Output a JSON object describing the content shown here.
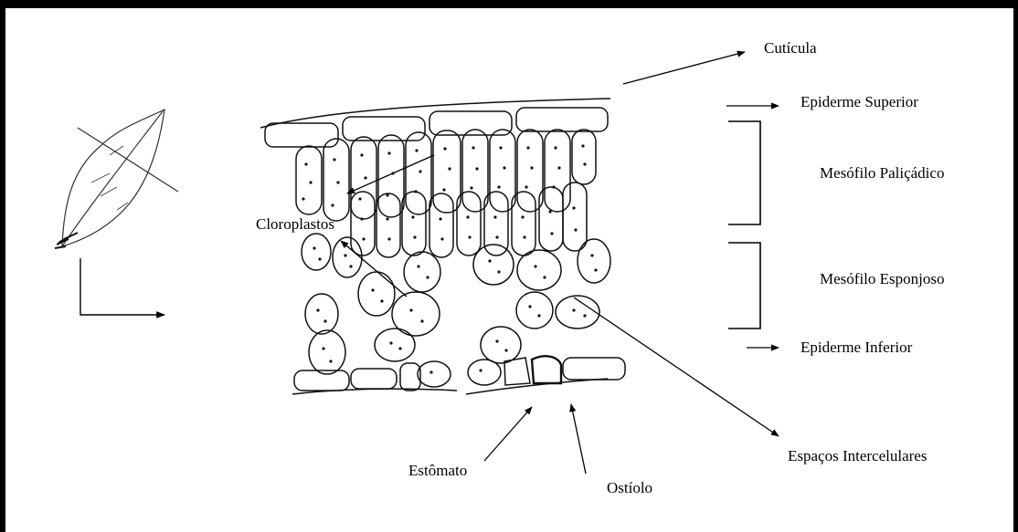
{
  "labels": {
    "cuticula": "Cutícula",
    "epiderme_superior": "Epiderme Superior",
    "mesofilo_palicadico": "Mesófilo Paliçádico",
    "mesofilo_esponjoso": "Mesófilo Esponjoso",
    "epiderme_inferior": "Epiderme Inferior",
    "espacos_intercelulares": "Espaços Intercelulares",
    "cloroplastos": "Cloroplastos",
    "estomato": "Estômato",
    "ostiolo": "Ostíolo"
  }
}
